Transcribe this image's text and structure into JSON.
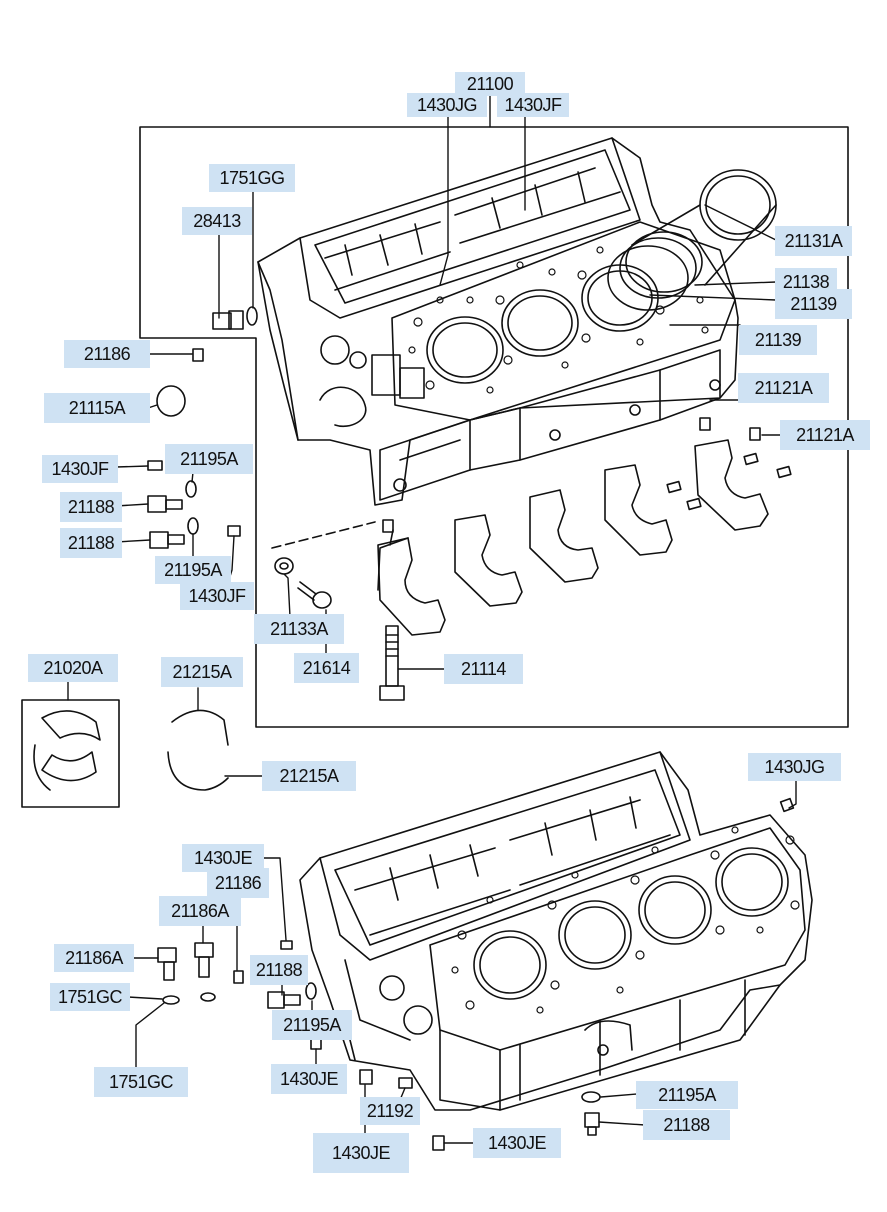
{
  "diagram": {
    "label_color": "#cfe2f3",
    "line_color": "#111111",
    "parts": [
      {
        "id": "p01",
        "label": "21100"
      },
      {
        "id": "p02",
        "label": "1430JG"
      },
      {
        "id": "p03",
        "label": "1430JF"
      },
      {
        "id": "p04",
        "label": "1751GG"
      },
      {
        "id": "p05",
        "label": "28413"
      },
      {
        "id": "p06",
        "label": "21131A"
      },
      {
        "id": "p07",
        "label": "21138"
      },
      {
        "id": "p08",
        "label": "21139"
      },
      {
        "id": "p09",
        "label": "21139"
      },
      {
        "id": "p10",
        "label": "21186"
      },
      {
        "id": "p11",
        "label": "21115A"
      },
      {
        "id": "p12",
        "label": "21121A"
      },
      {
        "id": "p13",
        "label": "21121A"
      },
      {
        "id": "p14",
        "label": "1430JF"
      },
      {
        "id": "p15",
        "label": "21195A"
      },
      {
        "id": "p16",
        "label": "21188"
      },
      {
        "id": "p17",
        "label": "21188"
      },
      {
        "id": "p18",
        "label": "21195A"
      },
      {
        "id": "p19",
        "label": "1430JF"
      },
      {
        "id": "p20",
        "label": "21133A"
      },
      {
        "id": "p21",
        "label": "21614"
      },
      {
        "id": "p22",
        "label": "21114"
      },
      {
        "id": "p23",
        "label": "21020A"
      },
      {
        "id": "p24",
        "label": "21215A"
      },
      {
        "id": "p25",
        "label": "21215A"
      },
      {
        "id": "p26",
        "label": "1430JG"
      },
      {
        "id": "p27",
        "label": "1430JE"
      },
      {
        "id": "p28",
        "label": "21186"
      },
      {
        "id": "p29",
        "label": "21186A"
      },
      {
        "id": "p30",
        "label": "21186A"
      },
      {
        "id": "p31",
        "label": "1751GC"
      },
      {
        "id": "p32",
        "label": "1751GC"
      },
      {
        "id": "p33",
        "label": "21188"
      },
      {
        "id": "p34",
        "label": "21195A"
      },
      {
        "id": "p35",
        "label": "1430JE"
      },
      {
        "id": "p36",
        "label": "21192"
      },
      {
        "id": "p37",
        "label": "1430JE"
      },
      {
        "id": "p38",
        "label": "1430JE"
      },
      {
        "id": "p39",
        "label": "21195A"
      },
      {
        "id": "p40",
        "label": "21188"
      }
    ]
  }
}
